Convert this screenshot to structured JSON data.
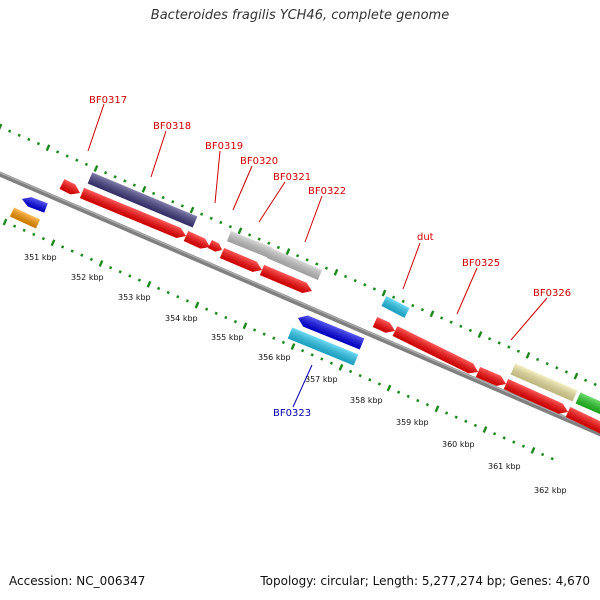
{
  "title": "Bacteroides fragilis YCH46, complete genome",
  "footer": {
    "accession": "Accession: NC_006347",
    "summary": "Topology: circular; Length: 5,277,274 bp; Genes: 4,670"
  },
  "ticks": [
    "351 kbp",
    "352 kbp",
    "353 kbp",
    "354 kbp",
    "355 kbp",
    "356 kbp",
    "357 kbp",
    "358 kbp",
    "359 kbp",
    "360 kbp",
    "361 kbp",
    "362 kbp"
  ],
  "gene_labels": {
    "bf0317": "BF0317",
    "bf0318": "BF0318",
    "bf0319": "BF0319",
    "bf0320": "BF0320",
    "bf0321": "BF0321",
    "bf0322": "BF0322",
    "dut": "dut",
    "bf0325": "BF0325",
    "bf0326": "BF0326",
    "bf0323": "BF0323"
  },
  "colors": {
    "red": "#ff0000",
    "navy": "#3f3a80",
    "gray": "#c8c8c8",
    "blue": "#0000ee",
    "cyan": "#22c8f0",
    "orange": "#ff9900",
    "khaki": "#f0e6a0",
    "green": "#22cc22",
    "label_red": "#cc0000",
    "label_blue": "#0000aa",
    "dots": "#1a8a1a"
  }
}
